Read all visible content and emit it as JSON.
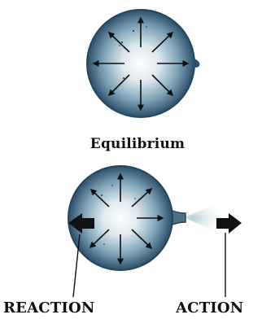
{
  "labels": {
    "equilibrium": "Equilibrium",
    "reaction": "REACTION",
    "action": "ACTION"
  },
  "colors": {
    "balloon_center": "#ffffff",
    "balloon_mid": "#8fb3c4",
    "balloon_edge": "#2b4f6a",
    "arrow": "#111111",
    "text": "#111111"
  }
}
